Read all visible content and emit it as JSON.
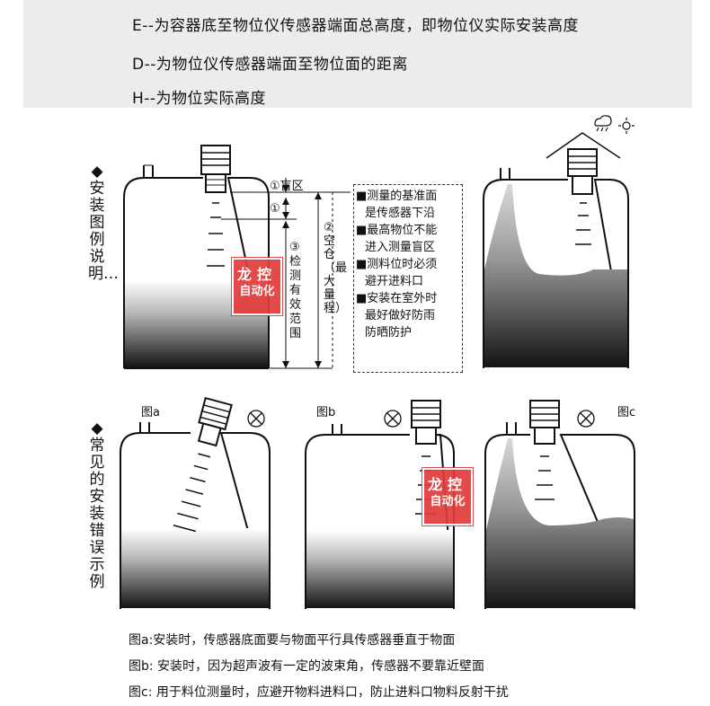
{
  "legend": {
    "e_line": "E--为容器底至物位仪传感器端面总高度，即物位仪实际安装高度",
    "d_line": "D--为物位仪传感器端面至物位面的距离",
    "h_line": "H--为物位实际高度"
  },
  "section1": {
    "title": "◆安装图例说明…"
  },
  "section2": {
    "title": "◆常见的安装错误示例"
  },
  "annotations": {
    "blind_zone": "①盲区",
    "one": "①",
    "empty_tank": "②空仓（最大量程）",
    "detect_range": "③检测有效范围"
  },
  "notes": [
    "■测量的基准面",
    "是传感器下沿",
    "■最高物位不能",
    "进入测量盲区",
    "■测料位时必须",
    "避开进料口",
    "■安装在室外时",
    "最好做好防雨",
    "防晒防护"
  ],
  "figures": {
    "a": "图a",
    "b": "图b",
    "c": "图c"
  },
  "watermark": {
    "line1": "龙控",
    "line2": "自动化"
  },
  "captions": {
    "a": "图a:安装时，传感器底面要与物面平行具传感器垂直于物面",
    "b": "图b: 安装时，因为超声波有一定的波束角，传感器不要靠近壁面",
    "c": "图c: 用于料位测量时，应避开物料进料口，防止进料口物料反射干扰"
  },
  "icons": {
    "wrong": "circled-x-icon",
    "weather": "cloud-sun-icon"
  }
}
